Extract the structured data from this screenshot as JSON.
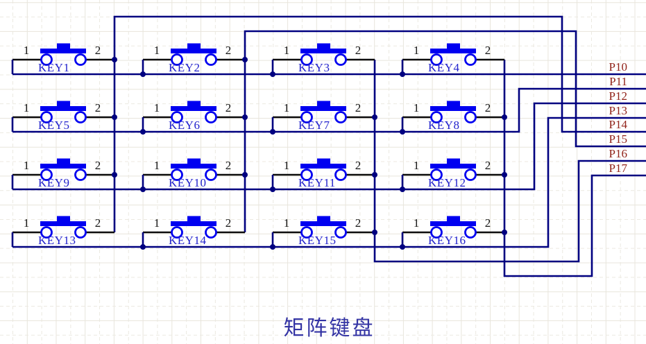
{
  "title": {
    "text": "矩阵键盘"
  },
  "keys": [
    {
      "name": "KEY1",
      "pin1": "1",
      "pin2": "2"
    },
    {
      "name": "KEY2",
      "pin1": "1",
      "pin2": "2"
    },
    {
      "name": "KEY3",
      "pin1": "1",
      "pin2": "2"
    },
    {
      "name": "KEY4",
      "pin1": "1",
      "pin2": "2"
    },
    {
      "name": "KEY5",
      "pin1": "1",
      "pin2": "2"
    },
    {
      "name": "KEY6",
      "pin1": "1",
      "pin2": "2"
    },
    {
      "name": "KEY7",
      "pin1": "1",
      "pin2": "2"
    },
    {
      "name": "KEY8",
      "pin1": "1",
      "pin2": "2"
    },
    {
      "name": "KEY9",
      "pin1": "1",
      "pin2": "2"
    },
    {
      "name": "KEY10",
      "pin1": "1",
      "pin2": "2"
    },
    {
      "name": "KEY11",
      "pin1": "1",
      "pin2": "2"
    },
    {
      "name": "KEY12",
      "pin1": "1",
      "pin2": "2"
    },
    {
      "name": "KEY13",
      "pin1": "1",
      "pin2": "2"
    },
    {
      "name": "KEY14",
      "pin1": "1",
      "pin2": "2"
    },
    {
      "name": "KEY15",
      "pin1": "1",
      "pin2": "2"
    },
    {
      "name": "KEY16",
      "pin1": "1",
      "pin2": "2"
    }
  ],
  "net_labels": [
    {
      "label": "P10"
    },
    {
      "label": "P11"
    },
    {
      "label": "P12"
    },
    {
      "label": "P13"
    },
    {
      "label": "P14"
    },
    {
      "label": "P15"
    },
    {
      "label": "P16"
    },
    {
      "label": "P17"
    }
  ],
  "colors": {
    "background": "#ffffff",
    "wire": "#000080",
    "pin_wire": "#0d0d0d",
    "part_outline": "#0000f0",
    "designator": "#2121cc",
    "net_label": "#912319",
    "title": "#3434a4",
    "grid_major": "#e8e5dc",
    "grid_minor": "#ece9e1"
  }
}
